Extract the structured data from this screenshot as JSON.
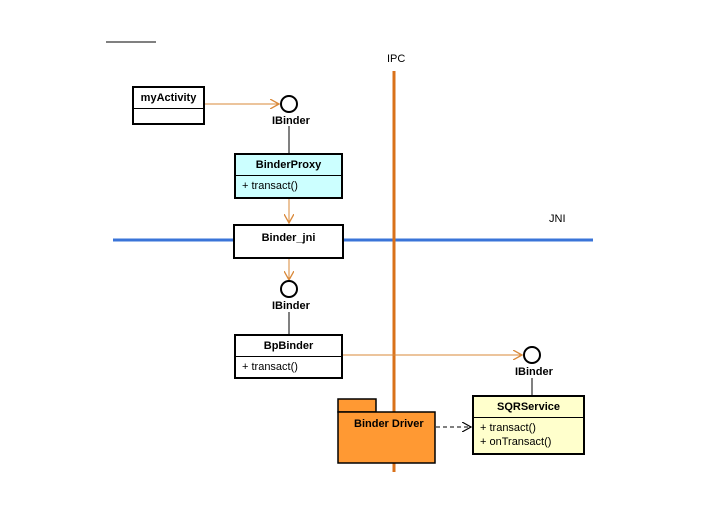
{
  "labels": {
    "ipc": "IPC",
    "jni": "JNI",
    "ibinder_1": "IBinder",
    "ibinder_2": "IBinder",
    "ibinder_3": "IBinder"
  },
  "classes": {
    "my_activity": {
      "name": "myActivity"
    },
    "binder_proxy": {
      "name": "BinderProxy",
      "ops": [
        "+ transact()"
      ]
    },
    "binder_jni": {
      "name": "Binder_jni"
    },
    "bp_binder": {
      "name": "BpBinder",
      "ops": [
        "+ transact()"
      ]
    },
    "sqr_service": {
      "name": "SQRService",
      "ops": [
        "+ transact()",
        "+ onTransact()"
      ]
    },
    "binder_driver": {
      "name": "Binder Driver"
    }
  },
  "colors": {
    "ipc_line": "#d9711a",
    "jni_line": "#3a74d8",
    "arrow": "#d9893a",
    "proxy_fill": "#ccffff",
    "service_fill": "#ffffcc",
    "driver_fill": "#ff9933"
  }
}
